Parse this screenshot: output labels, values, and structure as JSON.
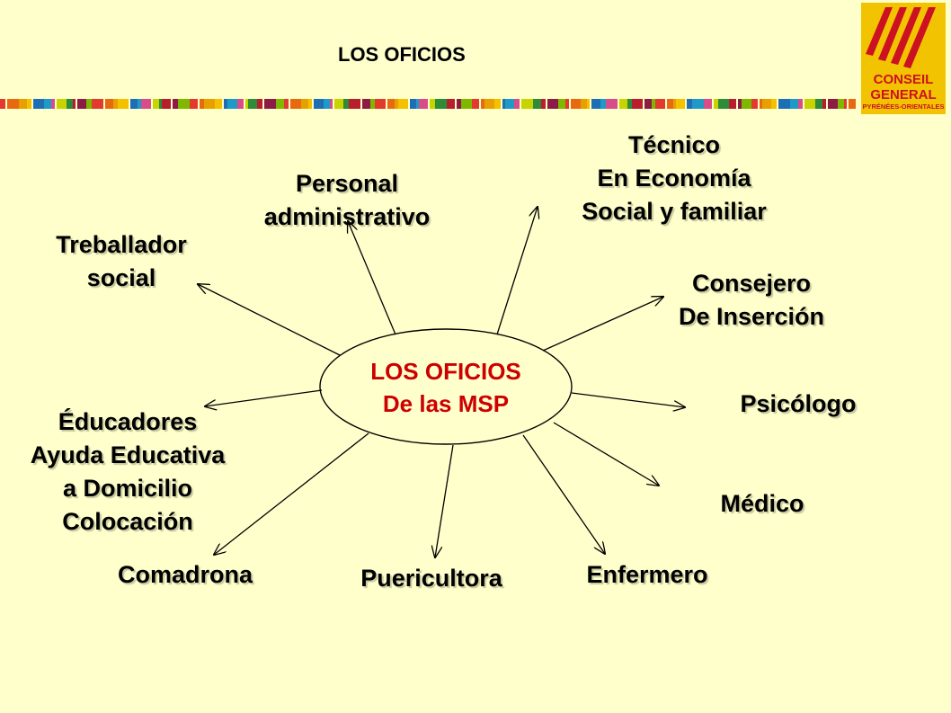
{
  "header": {
    "title": "LOS OFICIOS"
  },
  "logo": {
    "line1": "CONSEIL",
    "line2": "GENERAL",
    "line3": "PYRÉNÉES-ORIENTALES"
  },
  "colors": {
    "background": "#FFFFCC",
    "center_text": "#CC0000",
    "logo_red": "#CC1122",
    "logo_yellow": "#F2C300"
  },
  "center": {
    "line1": "LOS OFICIOS",
    "line2": "De las MSP"
  },
  "nodes": {
    "tecnico": {
      "lines": [
        "Técnico",
        "En Economía",
        "Social y familiar"
      ]
    },
    "personal": {
      "lines": [
        "Personal",
        "administrativo"
      ]
    },
    "treballador": {
      "lines": [
        "Treballador",
        "social"
      ]
    },
    "consejero": {
      "lines": [
        "Consejero",
        "De Inserción"
      ]
    },
    "psicologo": {
      "lines": [
        "Psicólogo"
      ]
    },
    "educadores": {
      "lines": [
        "Éducadores",
        "Ayuda Educativa",
        "a Domicilio",
        "Colocación"
      ]
    },
    "medico": {
      "lines": [
        "Médico"
      ]
    },
    "comadrona": {
      "lines": [
        "Comadrona"
      ]
    },
    "puericultora": {
      "lines": [
        "Puericultora"
      ]
    },
    "enfermero": {
      "lines": [
        "Enfermero"
      ]
    }
  }
}
